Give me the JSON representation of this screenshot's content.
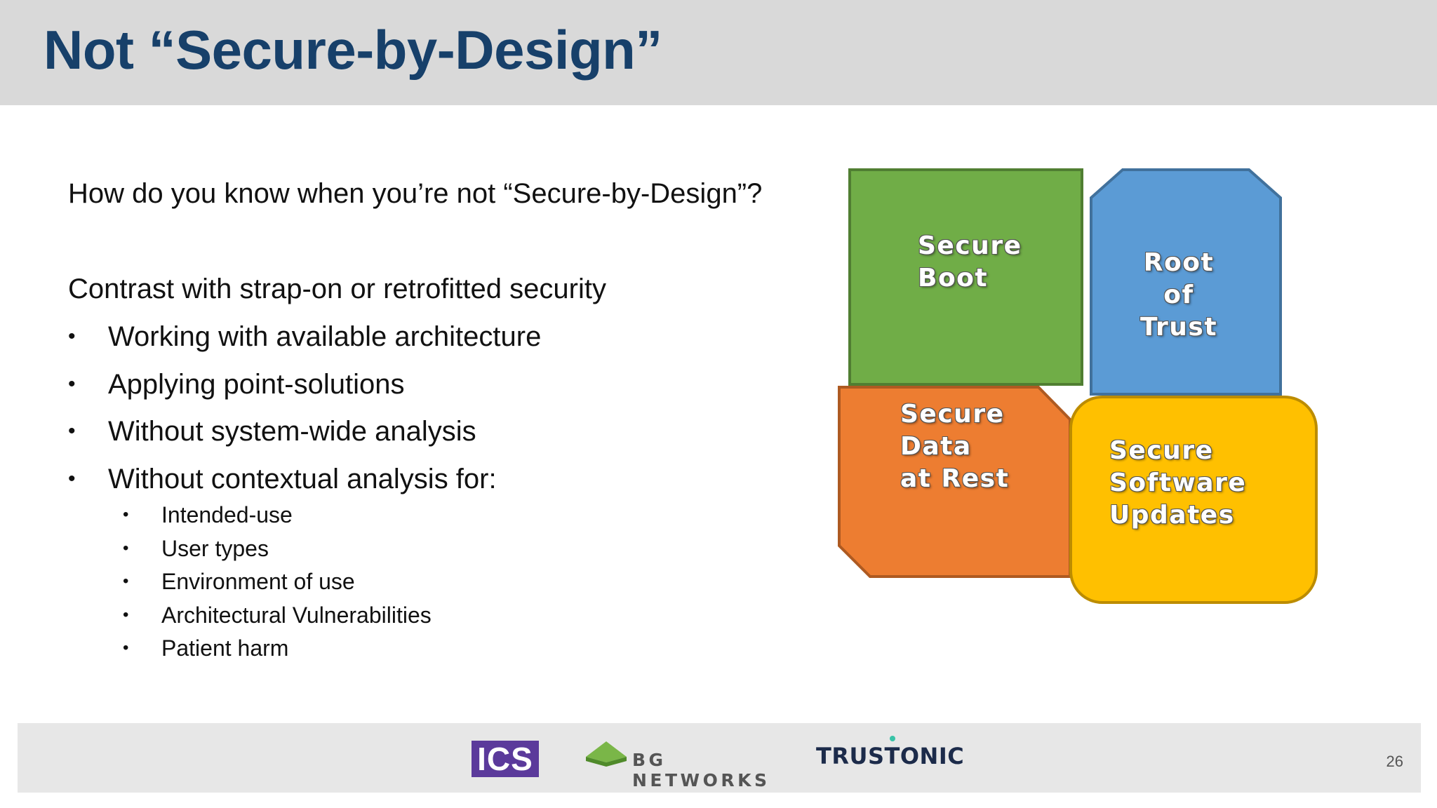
{
  "slide": {
    "title": "Not “Secure-by-Design”",
    "question": "How do you know when you’re not “Secure-by-Design”?",
    "contrast_heading": "Contrast with strap-on or retrofitted security",
    "bullets": [
      "Working with available architecture",
      "Applying point-solutions",
      "Without system-wide analysis",
      "Without contextual analysis for:"
    ],
    "sub_bullets": [
      "Intended-use",
      "User types",
      "Environment of use",
      "Architectural Vulnerabilities",
      "Patient harm"
    ],
    "bullet_glyph": "•"
  },
  "diagram": {
    "blocks": [
      {
        "label": "Secure\nBoot",
        "color": "#70ad47",
        "border": "#507e32"
      },
      {
        "label": "Root\nof\nTrust",
        "color": "#5b9bd5",
        "border": "#41719c"
      },
      {
        "label": "Secure\nData\nat Rest",
        "color": "#ed7d31",
        "border": "#ae5a21"
      },
      {
        "label": "Secure\nSoftware\nUpdates",
        "color": "#ffc000",
        "border": "#bc8c00"
      }
    ]
  },
  "footer": {
    "logos": {
      "ics": "ICS",
      "bg_networks": "BG NETWORKS",
      "trustonic": "TRUSTONIC"
    },
    "page_number": "26",
    "colors": {
      "ics": "#5b3a9b",
      "bg_networks_mark": "#7ab648",
      "trustonic_accent": "#39c3a7"
    }
  }
}
